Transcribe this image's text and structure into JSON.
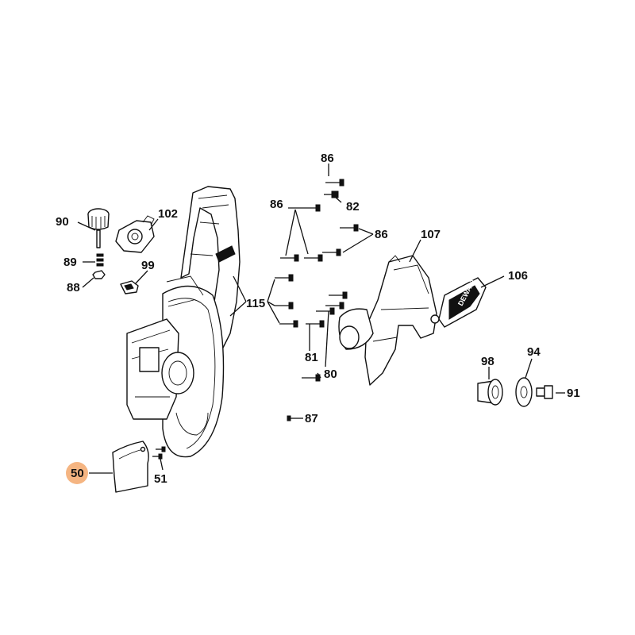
{
  "diagram": {
    "labels": {
      "p86_top": "86",
      "p82": "82",
      "p86_left": "86",
      "p86_right": "86",
      "p107": "107",
      "p106": "106",
      "p90": "90",
      "p102": "102",
      "p89": "89",
      "p99": "99",
      "p88": "88",
      "p115": "115",
      "p81": "81",
      "p80": "80",
      "p98": "98",
      "p94": "94",
      "p91": "91",
      "p87": "87",
      "p50": "50",
      "p51": "51"
    },
    "brand_mark": "DEWALT",
    "highlight_color": "#f5b582"
  }
}
